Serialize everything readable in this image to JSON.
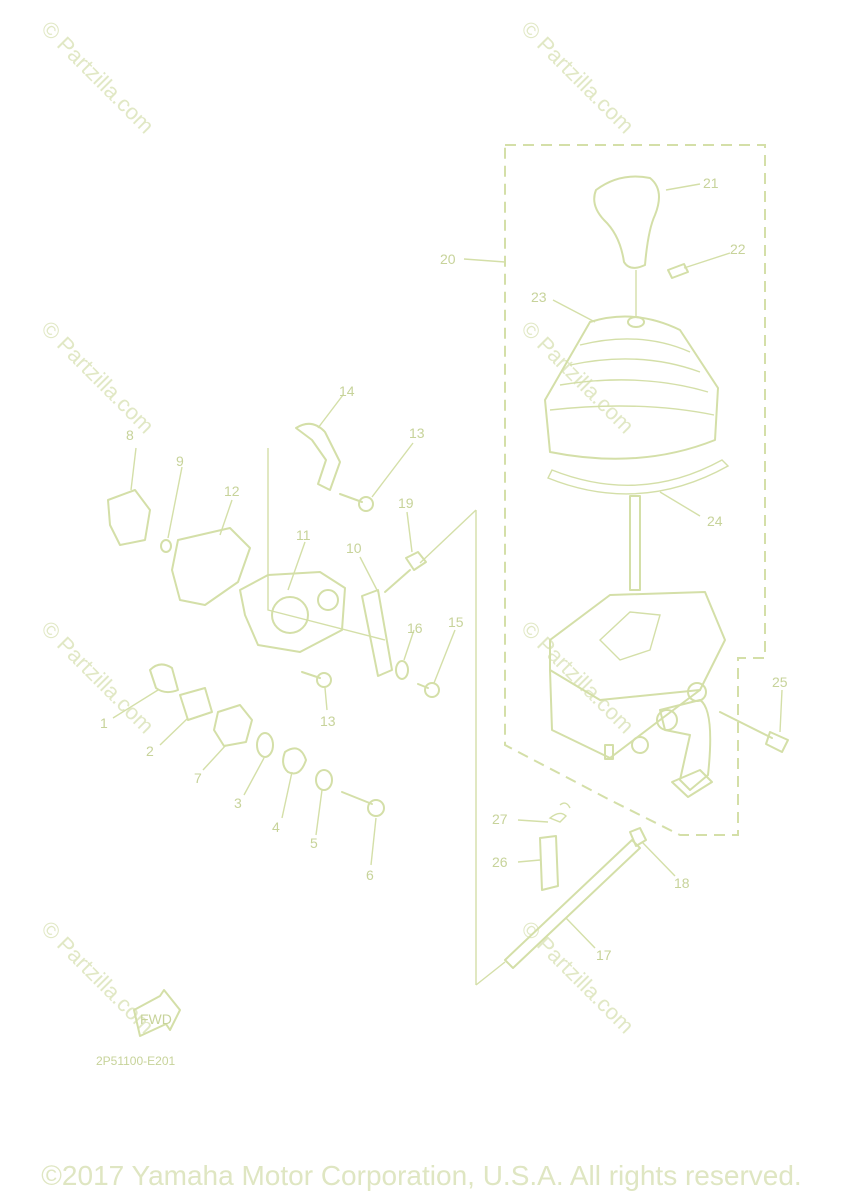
{
  "watermark": {
    "text": "© Partzilla.com"
  },
  "diagram_code": "2P51100-E201",
  "fwd_label": "FWD",
  "copyright": "©2017 Yamaha Motor Corporation, U.S.A. All rights reserved.",
  "callouts": [
    "1",
    "2",
    "3",
    "4",
    "5",
    "6",
    "7",
    "8",
    "9",
    "10",
    "11",
    "12",
    "13",
    "13",
    "14",
    "15",
    "16",
    "17",
    "18",
    "19",
    "20",
    "21",
    "22",
    "23",
    "24",
    "25",
    "26",
    "27"
  ]
}
